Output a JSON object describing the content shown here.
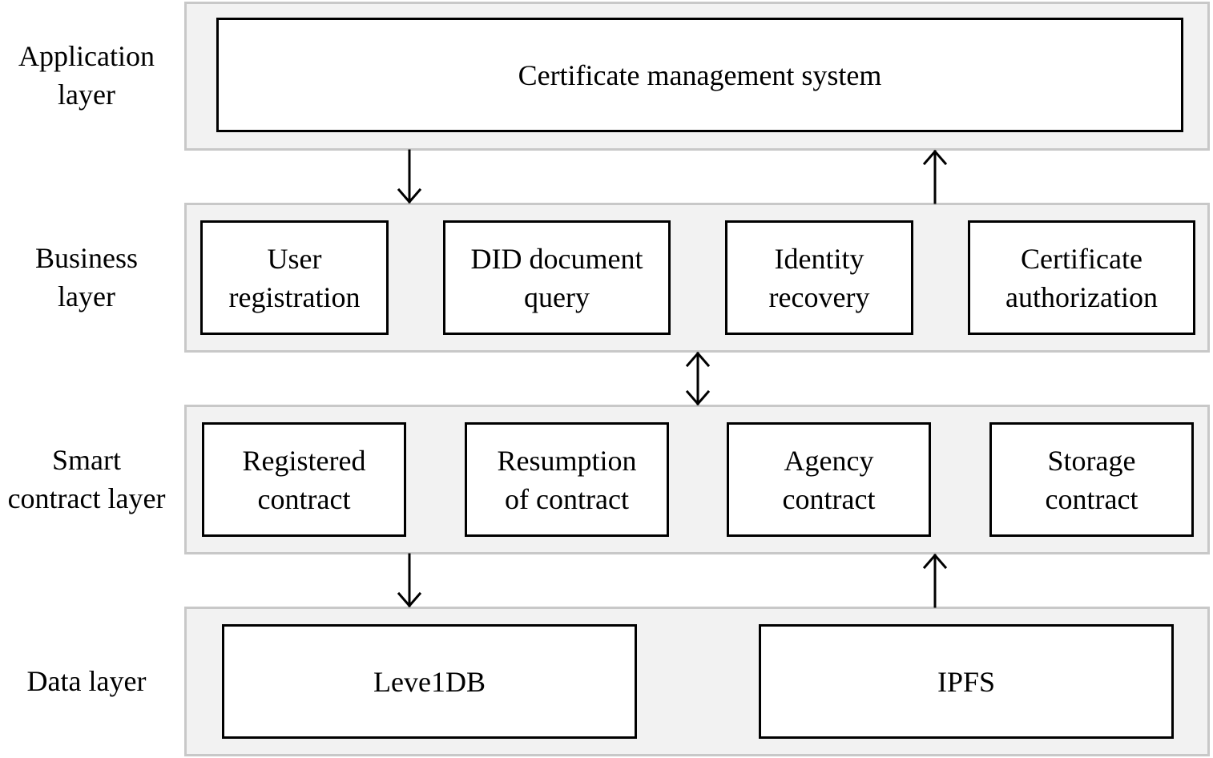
{
  "layers": {
    "application": {
      "label": "Application\nlayer",
      "modules": [
        "Certificate management system"
      ]
    },
    "business": {
      "label": "Business\nlayer",
      "modules": [
        "User\nregistration",
        "DID document\nquery",
        "Identity\nrecovery",
        "Certificate\nauthorization"
      ]
    },
    "smart_contract": {
      "label": "Smart\ncontract layer",
      "modules": [
        "Registered\ncontract",
        "Resumption\nof contract",
        "Agency\ncontract",
        "Storage\ncontract"
      ]
    },
    "data": {
      "label": "Data layer",
      "modules": [
        "Leve1DB",
        "IPFS"
      ]
    }
  },
  "colors": {
    "band_fill": "#f2f2f2",
    "band_border": "#c8c8c8",
    "box_border": "#000000",
    "arrow": "#000000"
  }
}
